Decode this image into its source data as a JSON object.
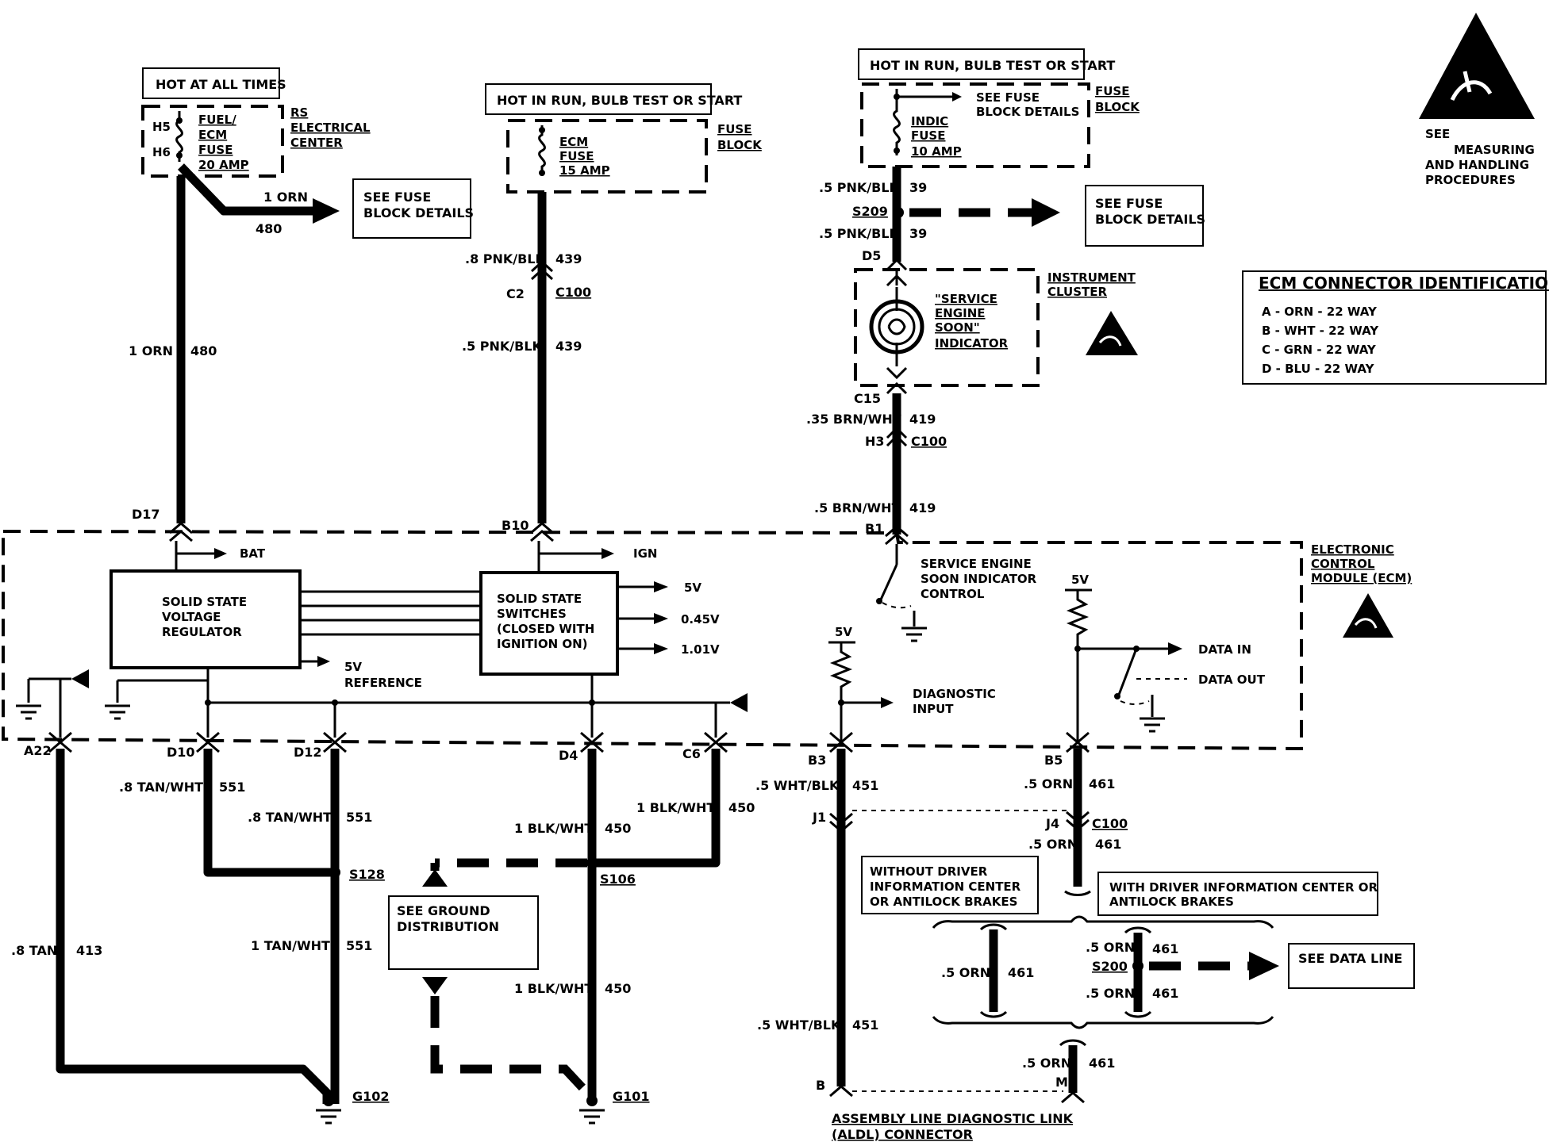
{
  "power": {
    "hot_at_all_times": "HOT AT ALL TIMES",
    "hot_in_run_1": "HOT IN RUN, BULB TEST OR START",
    "hot_in_run_2": "HOT IN RUN, BULB TEST OR START"
  },
  "fuses": {
    "fuel_ecm": {
      "line1": "FUEL/",
      "line2": "ECM",
      "line3": "FUSE",
      "line4": "20 AMP",
      "pin_top": "H5",
      "pin_bottom": "H6"
    },
    "ecm": {
      "line1": "ECM",
      "line2": "FUSE",
      "line3": "15 AMP"
    },
    "indic": {
      "line1": "INDIC",
      "line2": "FUSE",
      "line3": "10 AMP"
    }
  },
  "blocks": {
    "rs_center": {
      "line1": "RS",
      "line2": "ELECTRICAL",
      "line3": "CENTER"
    },
    "fuse_block_1": {
      "line1": "FUSE",
      "line2": "BLOCK"
    },
    "fuse_block_2": {
      "line1": "FUSE",
      "line2": "BLOCK"
    },
    "see_fuse_inside": {
      "line1": "SEE FUSE",
      "line2": "BLOCK DETAILS"
    },
    "see_fuse_1": {
      "line1": "SEE FUSE",
      "line2": "BLOCK DETAILS"
    },
    "see_fuse_2": {
      "line1": "SEE FUSE",
      "line2": "BLOCK DETAILS"
    },
    "instrument_cluster": {
      "line1": "INSTRUMENT",
      "line2": "CLUSTER"
    },
    "ses_indicator": {
      "line1": "\"SERVICE",
      "line2": "ENGINE",
      "line3": "SOON\"",
      "line4": "INDICATOR"
    },
    "ecm_label": {
      "line1": "ELECTRONIC",
      "line2": "CONTROL",
      "line3": "MODULE (ECM)"
    }
  },
  "esd": {
    "line1": "SEE",
    "line2": "MEASURING",
    "line3": "AND HANDLING",
    "line4": "PROCEDURES"
  },
  "ecm_connector_id": {
    "title": "ECM CONNECTOR IDENTIFICATION",
    "items": [
      "A - ORN - 22 WAY",
      "B - WHT - 22 WAY",
      "C - GRN - 22 WAY",
      "D - BLU - 22 WAY"
    ]
  },
  "wires": {
    "orn_480_top": {
      "gauge": "1 ORN",
      "circuit": "480"
    },
    "orn_480_main": {
      "gauge": "1 ORN",
      "circuit": "480"
    },
    "pnk_439_top": {
      "gauge": ".8 PNK/BLK",
      "circuit": "439"
    },
    "pnk_439_bot": {
      "gauge": ".5 PNK/BLK",
      "circuit": "439"
    },
    "pnk_39_top": {
      "gauge": ".5 PNK/BLK",
      "circuit": "39"
    },
    "pnk_39_bot": {
      "gauge": ".5 PNK/BLK",
      "circuit": "39"
    },
    "brn_419_top": {
      "gauge": ".35 BRN/WHT",
      "circuit": "419"
    },
    "brn_419_bot": {
      "gauge": ".5 BRN/WHT",
      "circuit": "419"
    },
    "tan_551_a": {
      "gauge": ".8 TAN/WHT",
      "circuit": "551"
    },
    "tan_551_b": {
      "gauge": ".8 TAN/WHT",
      "circuit": "551"
    },
    "tan_551_c": {
      "gauge": "1 TAN/WHT",
      "circuit": "551"
    },
    "tan_413": {
      "gauge": ".8 TAN",
      "circuit": "413"
    },
    "blk_450_a": {
      "gauge": "1 BLK/WHT",
      "circuit": "450"
    },
    "blk_450_b": {
      "gauge": "1 BLK/WHT",
      "circuit": "450"
    },
    "blk_450_c": {
      "gauge": "1 BLK/WHT",
      "circuit": "450"
    },
    "wht_451_top": {
      "gauge": ".5 WHT/BLK",
      "circuit": "451"
    },
    "wht_451_bot": {
      "gauge": ".5 WHT/BLK",
      "circuit": "451"
    },
    "orn_461_a": {
      "gauge": ".5 ORN",
      "circuit": "461"
    },
    "orn_461_b": {
      "gauge": ".5 ORN",
      "circuit": "461"
    },
    "orn_461_c": {
      "gauge": ".5 ORN",
      "circuit": "461"
    },
    "orn_461_d": {
      "gauge": ".5 ORN",
      "circuit": "461"
    },
    "orn_461_e": {
      "gauge": ".5 ORN",
      "circuit": "461"
    },
    "orn_461_f": {
      "gauge": ".5 ORN",
      "circuit": "461"
    }
  },
  "pins": {
    "d17": "D17",
    "b10": "B10",
    "b1": "B1",
    "a22": "A22",
    "d10": "D10",
    "d12": "D12",
    "d4": "D4",
    "c6": "C6",
    "b3": "B3",
    "b5": "B5",
    "c2": "C2",
    "d5": "D5",
    "c15": "C15",
    "h3": "H3",
    "j1": "J1",
    "j4": "J4",
    "b_aldl": "B",
    "m_aldl": "M"
  },
  "connectors": {
    "c100_a": "C100",
    "c100_b": "C100",
    "c100_c": "C100"
  },
  "splices": {
    "s209": "S209",
    "s128": "S128",
    "s106": "S106",
    "s200": "S200"
  },
  "grounds": {
    "g102": "G102",
    "g101": "G101"
  },
  "ecm_internal": {
    "bat": "BAT",
    "ign": "IGN",
    "regulator": {
      "line1": "SOLID STATE",
      "line2": "VOLTAGE",
      "line3": "REGULATOR"
    },
    "switches": {
      "line1": "SOLID STATE",
      "line2": "SWITCHES",
      "line3": "(CLOSED WITH",
      "line4": "IGNITION ON)"
    },
    "out_5v": "5V",
    "out_045v": "0.45V",
    "out_101v": "1.01V",
    "ref": {
      "line1": "5V",
      "line2": "REFERENCE"
    },
    "ses_control": {
      "line1": "SERVICE ENGINE",
      "line2": "SOON INDICATOR",
      "line3": "CONTROL"
    },
    "diag_5v": "5V",
    "diag_input": {
      "line1": "DIAGNOSTIC",
      "line2": "INPUT"
    },
    "data_5v": "5V",
    "data_in": "DATA IN",
    "data_out": "DATA OUT"
  },
  "notes": {
    "ground_dist": {
      "line1": "SEE GROUND",
      "line2": "DISTRIBUTION"
    },
    "without_dic": {
      "line1": "WITHOUT DRIVER",
      "line2": "INFORMATION CENTER",
      "line3": "OR ANTILOCK BRAKES"
    },
    "with_dic": {
      "line1": "WITH DRIVER INFORMATION CENTER OR",
      "line2": "ANTILOCK BRAKES"
    },
    "see_data_line": "SEE DATA LINE",
    "aldl": {
      "line1": "ASSEMBLY LINE DIAGNOSTIC LINK",
      "line2": "(ALDL) CONNECTOR"
    }
  }
}
